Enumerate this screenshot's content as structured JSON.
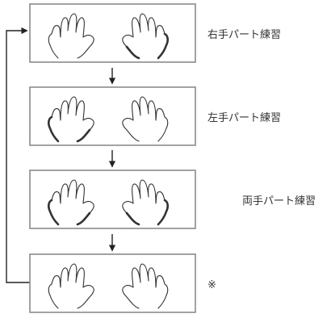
{
  "steps": [
    {
      "label": "右手パート練習",
      "highlight": "right"
    },
    {
      "label": "左手パート練習",
      "highlight": "left"
    },
    {
      "label": "両手パート練習",
      "highlight": "both"
    },
    {
      "label": "※",
      "highlight": "none"
    }
  ],
  "colors": {
    "frame_stroke": "#8a8a8a",
    "hand_stroke": "#333333",
    "arrow": "#222222",
    "text": "#333333"
  }
}
